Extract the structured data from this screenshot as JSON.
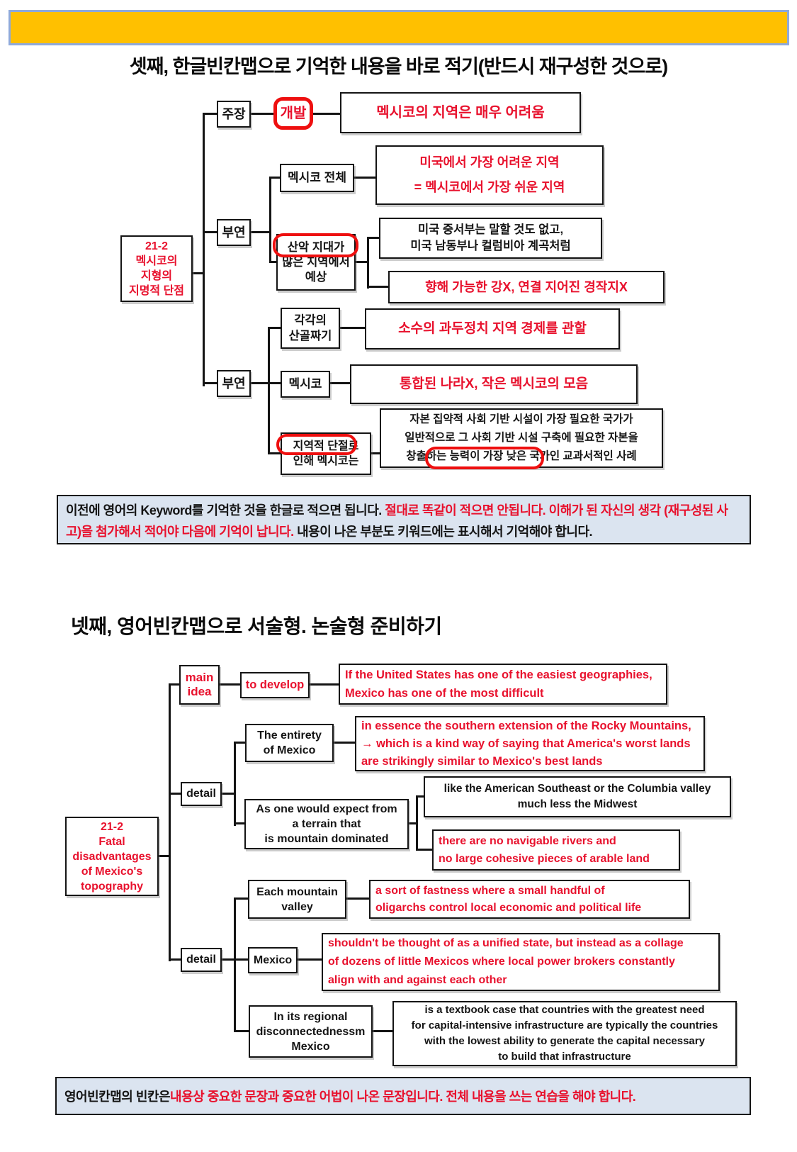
{
  "colors": {
    "accent_red": "#e8112d",
    "bar_yellow": "#FFC000",
    "note_bg": "#dbe4f0"
  },
  "section1": {
    "title": "셋째, 한글빈칸맵으로 기억한 내용을 바로 적기(반드시 재구성한 것으로)",
    "nodes": {
      "root": "21-2\n멕시코의\n지형의\n지명적 단점",
      "jujang": "주장",
      "gaebal": "개발",
      "claim": "멕시코의 지역은 매우 어려움",
      "buyeon1": "부연",
      "mexico_all": "멕시코 전체",
      "us_hardest": "미국에서 가장 어려운 지역\n= 멕시코에서 가장 쉬운 지역",
      "mountain": "산악 지대가\n많은 지역에서\n예상",
      "midwest": "미국 중서부는 말할 것도 없고,\n미국 남동부나 컬럼비아 계곡처럼",
      "rivers": "향해 가능한 강X, 연결 지어진 경작지X",
      "each_valley": "각각의\n산골짜기",
      "oligarchy": "소수의 과두정치 지역 경제를 관할",
      "buyeon2": "부연",
      "mexico": "멕시코",
      "unified": "통합된 나라X, 작은 멕시코의 모음",
      "regional": "지역적 단절로\n인해 멕시코는",
      "capital": "자본 집약적 사회 기반 시설이 가장 필요한 국가가\n일반적으로 그 사회 기반 시설 구축에 필요한 자본을\n창출하는 능력이 가장 낮은 국가인 교과서적인 사례"
    },
    "note": {
      "p1": "이전에 영어의 Keyword를 기억한 것을 한글로 적으면 됩니다. ",
      "p2": "절대로 똑같이 적으면 안됩니다. 이해가 된 자신의 생각 (재구성된 사고)을 첨가해서 적어야 다음에 기억이 납니다. ",
      "p3": " 내용이 나온 부분도 키워드에는 표시해서 기억해야 합니다."
    }
  },
  "section2": {
    "title": "넷째, 영어빈칸맵으로 서술형. 논술형 준비하기",
    "nodes": {
      "root": "21-2\nFatal\ndisadvantages\nof Mexico's\ntopography",
      "main_idea": "main\nidea",
      "to_develop": "to develop",
      "if_us": "If the United States has one of the easiest geographies,\nMexico has one of the most difficult",
      "entirety": "The entirety\nof Mexico",
      "essence": "in essence the southern extension of the Rocky Mountains,\n→ which is a kind way of saying that America's worst lands\nare strikingly similar to Mexico's best lands",
      "detail1": "detail",
      "as_one": "As one would expect from\na terrain that\nis mountain dominated",
      "like_se": "like the American Southeast or the Columbia valley\nmuch less the Midwest",
      "no_rivers": "there are no navigable rivers and\nno large cohesive pieces of arable land",
      "each_valley": "Each mountain\nvalley",
      "fastness": "a sort of fastness where a small handful of\noligarchs control local economic and political life",
      "detail2": "detail",
      "mexico": "Mexico",
      "collage": "shouldn't be thought of as a unified state, but instead as a collage\nof dozens of little Mexicos where local power brokers constantly\nalign with and against each other",
      "regional": "In its regional\ndisconnectednessm\nMexico",
      "textbook": "is a textbook case that countries with the greatest need\nfor capital-intensive infrastructure are typically the countries\nwith the lowest ability to generate the capital necessary\nto build that infrastructure"
    },
    "note": {
      "p1": "영어빈칸맵의 빈칸은 ",
      "p2": "내용상 중요한 문장과 중요한 어법이 나온 문장입니다. 전체 내용을 쓰는 연습을 해야 합니다."
    }
  }
}
